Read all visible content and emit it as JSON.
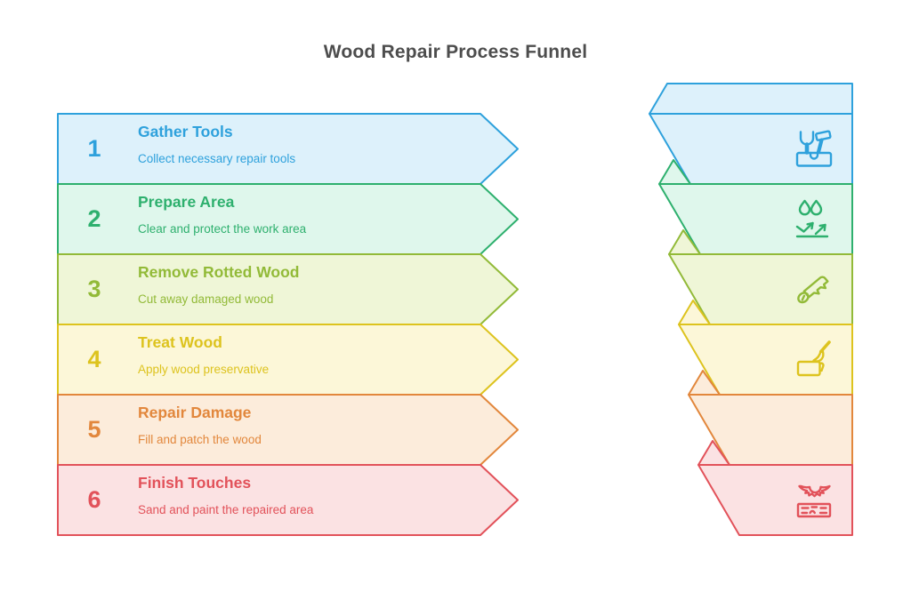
{
  "title": "Wood Repair Process Funnel",
  "title_color": "#4d4d4d",
  "steps": [
    {
      "number": "1",
      "title": "Gather Tools",
      "description": "Collect necessary repair tools",
      "accent": "#2ea1dc",
      "fill": "#ddf1fb",
      "icon": "toolbox-icon"
    },
    {
      "number": "2",
      "title": "Prepare Area",
      "description": "Clear and protect the work area",
      "accent": "#2eb06e",
      "fill": "#dff7ec",
      "icon": "water-drops-icon"
    },
    {
      "number": "3",
      "title": "Remove Rotted Wood",
      "description": "Cut away damaged wood",
      "accent": "#92ba38",
      "fill": "#eff6d7",
      "icon": "hand-saw-icon"
    },
    {
      "number": "4",
      "title": "Treat Wood",
      "description": "Apply wood preservative",
      "accent": "#ddc31e",
      "fill": "#fcf7d8",
      "icon": "paint-brush-icon"
    },
    {
      "number": "5",
      "title": "Repair Damage",
      "description": "Fill and patch the wood",
      "accent": "#e2873c",
      "fill": "#fcecdb",
      "icon": ""
    },
    {
      "number": "6",
      "title": "Finish Touches",
      "description": "Sand and paint the repaired area",
      "accent": "#e2525a",
      "fill": "#fbe2e3",
      "icon": "sander-plank-icon"
    }
  ]
}
